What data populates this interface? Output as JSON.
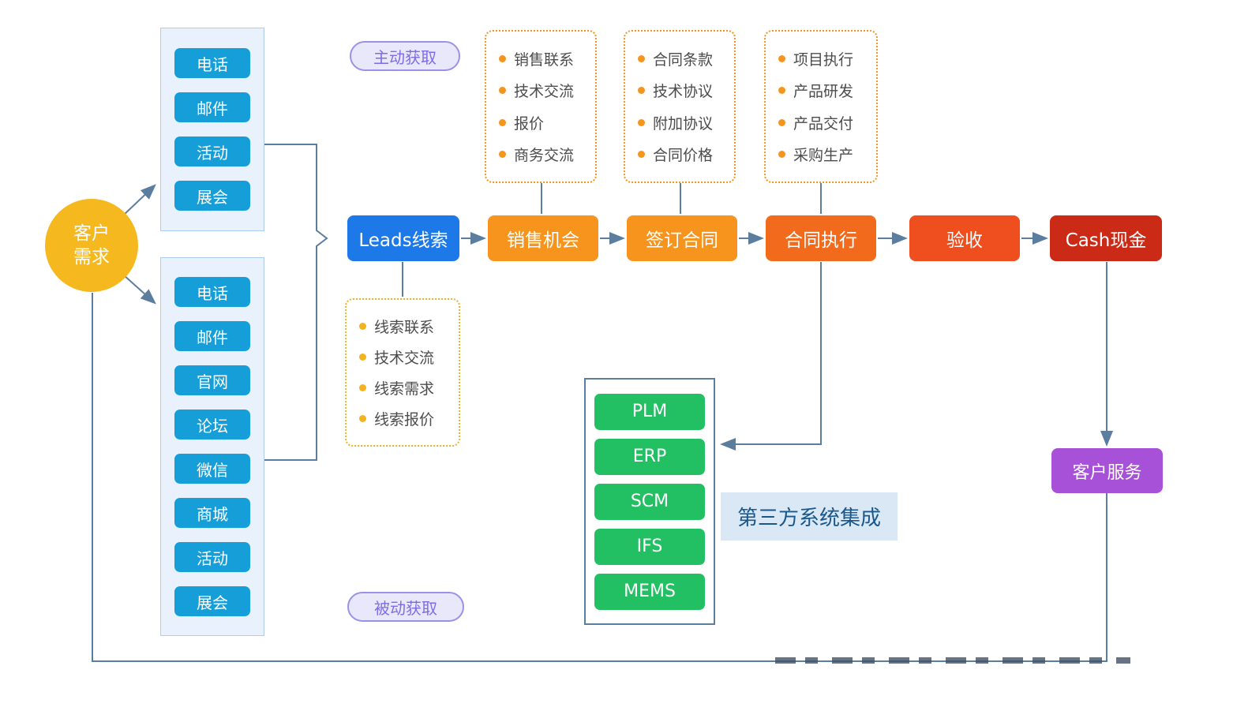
{
  "customer_need": {
    "line1": "客户",
    "line2": "需求"
  },
  "labels": {
    "active": "主动获取",
    "passive": "被动获取",
    "integration": "第三方系统集成",
    "customer_service": "客户服务"
  },
  "active_channels": [
    "电话",
    "邮件",
    "活动",
    "展会"
  ],
  "passive_channels": [
    "电话",
    "邮件",
    "官网",
    "论坛",
    "微信",
    "商城",
    "活动",
    "展会"
  ],
  "flow": [
    {
      "label": "Leads线索",
      "color": "#1d79e8"
    },
    {
      "label": "销售机会",
      "color": "#f6941e"
    },
    {
      "label": "签订合同",
      "color": "#f6941e"
    },
    {
      "label": "合同执行",
      "color": "#f26a1b"
    },
    {
      "label": "验收",
      "color": "#ef4e1f"
    },
    {
      "label": "Cash现金",
      "color": "#cb2a16"
    }
  ],
  "leads_details": [
    "线索联系",
    "技术交流",
    "线索需求",
    "线索报价"
  ],
  "opportunity_details": [
    "销售联系",
    "技术交流",
    "报价",
    "商务交流"
  ],
  "contract_details": [
    "合同条款",
    "技术协议",
    "附加协议",
    "合同价格"
  ],
  "execution_details": [
    "项目执行",
    "产品研发",
    "产品交付",
    "采购生产"
  ],
  "systems": [
    "PLM",
    "ERP",
    "SCM",
    "IFS",
    "MEMS"
  ],
  "colors": {
    "channel_blue": "#169ed9",
    "group_bg": "#e9f2fc",
    "circle_yellow": "#f5b81e",
    "system_green": "#22bf63",
    "service_purple": "#a751d8",
    "connector": "#5b7e9e",
    "bullet_orange": "#f6941e",
    "bullet_yellow": "#f3b31d",
    "pill_purple": "#7d6ce6",
    "integration_bg": "#d9e8f4",
    "integration_text": "#19578c"
  }
}
